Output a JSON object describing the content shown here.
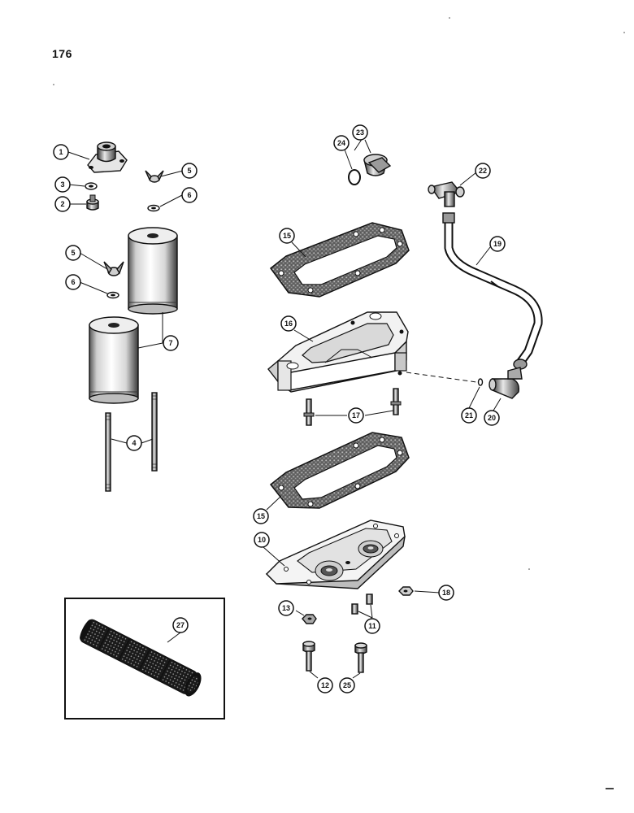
{
  "page": {
    "number": "176"
  },
  "callouts": [
    {
      "id": "c1",
      "label": "1"
    },
    {
      "id": "c2",
      "label": "2"
    },
    {
      "id": "c3",
      "label": "3"
    },
    {
      "id": "c4",
      "label": "4"
    },
    {
      "id": "c5a",
      "label": "5"
    },
    {
      "id": "c5b",
      "label": "5"
    },
    {
      "id": "c6a",
      "label": "6"
    },
    {
      "id": "c6b",
      "label": "6"
    },
    {
      "id": "c7",
      "label": "7"
    },
    {
      "id": "c10",
      "label": "10"
    },
    {
      "id": "c11",
      "label": "11"
    },
    {
      "id": "c12",
      "label": "12"
    },
    {
      "id": "c13",
      "label": "13"
    },
    {
      "id": "c15a",
      "label": "15"
    },
    {
      "id": "c15b",
      "label": "15"
    },
    {
      "id": "c16",
      "label": "16"
    },
    {
      "id": "c17",
      "label": "17"
    },
    {
      "id": "c18",
      "label": "18"
    },
    {
      "id": "c19",
      "label": "19"
    },
    {
      "id": "c20",
      "label": "20"
    },
    {
      "id": "c21",
      "label": "21"
    },
    {
      "id": "c22",
      "label": "22"
    },
    {
      "id": "c23",
      "label": "23"
    },
    {
      "id": "c24",
      "label": "24"
    },
    {
      "id": "c25",
      "label": "25"
    },
    {
      "id": "c27",
      "label": "27"
    }
  ]
}
